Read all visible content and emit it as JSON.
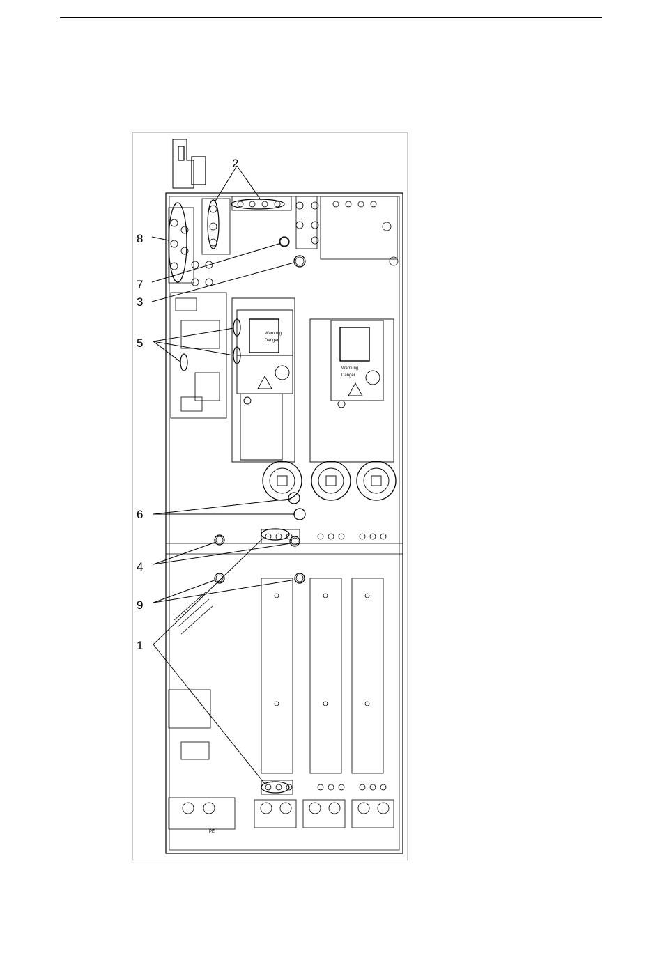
{
  "figure": {
    "callouts": [
      "1",
      "2",
      "3",
      "4",
      "5",
      "6",
      "7",
      "8",
      "9"
    ],
    "warning_labels": [
      {
        "line1": "Warnung",
        "line2": "Danger"
      },
      {
        "line1": "Warnung",
        "line2": "Danger"
      }
    ],
    "pe_label": "PE"
  }
}
